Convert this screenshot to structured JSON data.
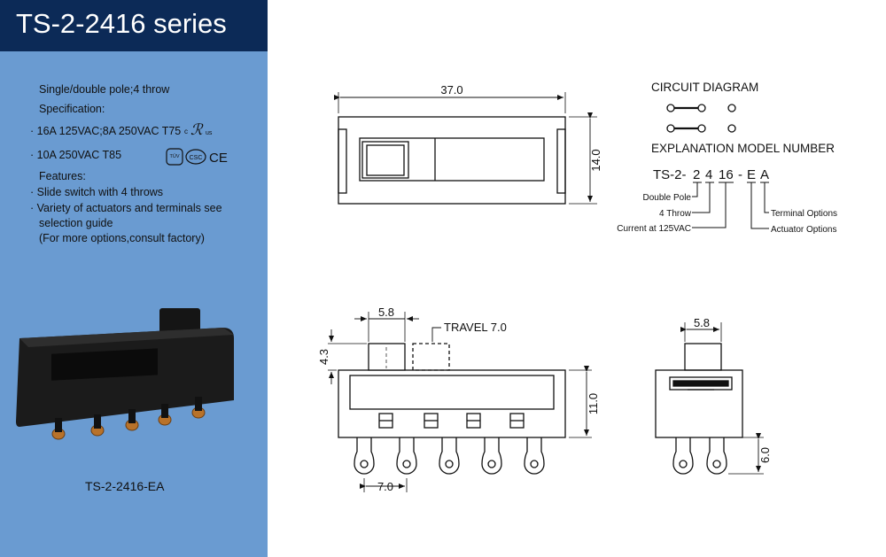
{
  "title": "TS-2-2416 series",
  "specs": {
    "pole_throw": "Single/double pole;4 throw",
    "spec_heading": "Specification:",
    "rating_1": "· 16A 125VAC;8A 250VAC T75",
    "rating_2": "· 10A 250VAC T85",
    "features_heading": "Features:",
    "feature_1": "· Slide switch with 4 throws",
    "feature_2a": "· Variety of actuators and terminals see",
    "feature_2b": "selection guide",
    "feature_3": "(For more options,consult factory)"
  },
  "certifications": {
    "ul": "ℛ",
    "ul_suffix": "us",
    "ul_prefix": "c",
    "tuv": "TÜV",
    "csc": "CSC",
    "ce": "CE"
  },
  "product_caption": "TS-2-2416-EA",
  "top_view": {
    "width_dim": "37.0",
    "height_dim": "14.0"
  },
  "circuit": {
    "title": "CIRCUIT DIAGRAM"
  },
  "model": {
    "title": "EXPLANATION MODEL NUMBER",
    "prefix": "TS-2-",
    "p1": "2",
    "p2": "4",
    "p3": "16",
    "dash": "-",
    "p4": "E",
    "p5": "A",
    "l1": "Double Pole",
    "l2": "4 Throw",
    "l3": "Current at 125VAC",
    "l4": "Terminal Options",
    "l5": "Actuator Options"
  },
  "front_view": {
    "actuator_w": "5.8",
    "actuator_h": "4.3",
    "travel": "TRAVEL 7.0",
    "body_h": "11.0",
    "pitch": "7.0"
  },
  "side_view": {
    "actuator_w": "5.8",
    "terminal_h": "6.0"
  },
  "colors": {
    "panel": "#6a9bd1",
    "titlebar": "#0c2a57",
    "line": "#111111"
  }
}
